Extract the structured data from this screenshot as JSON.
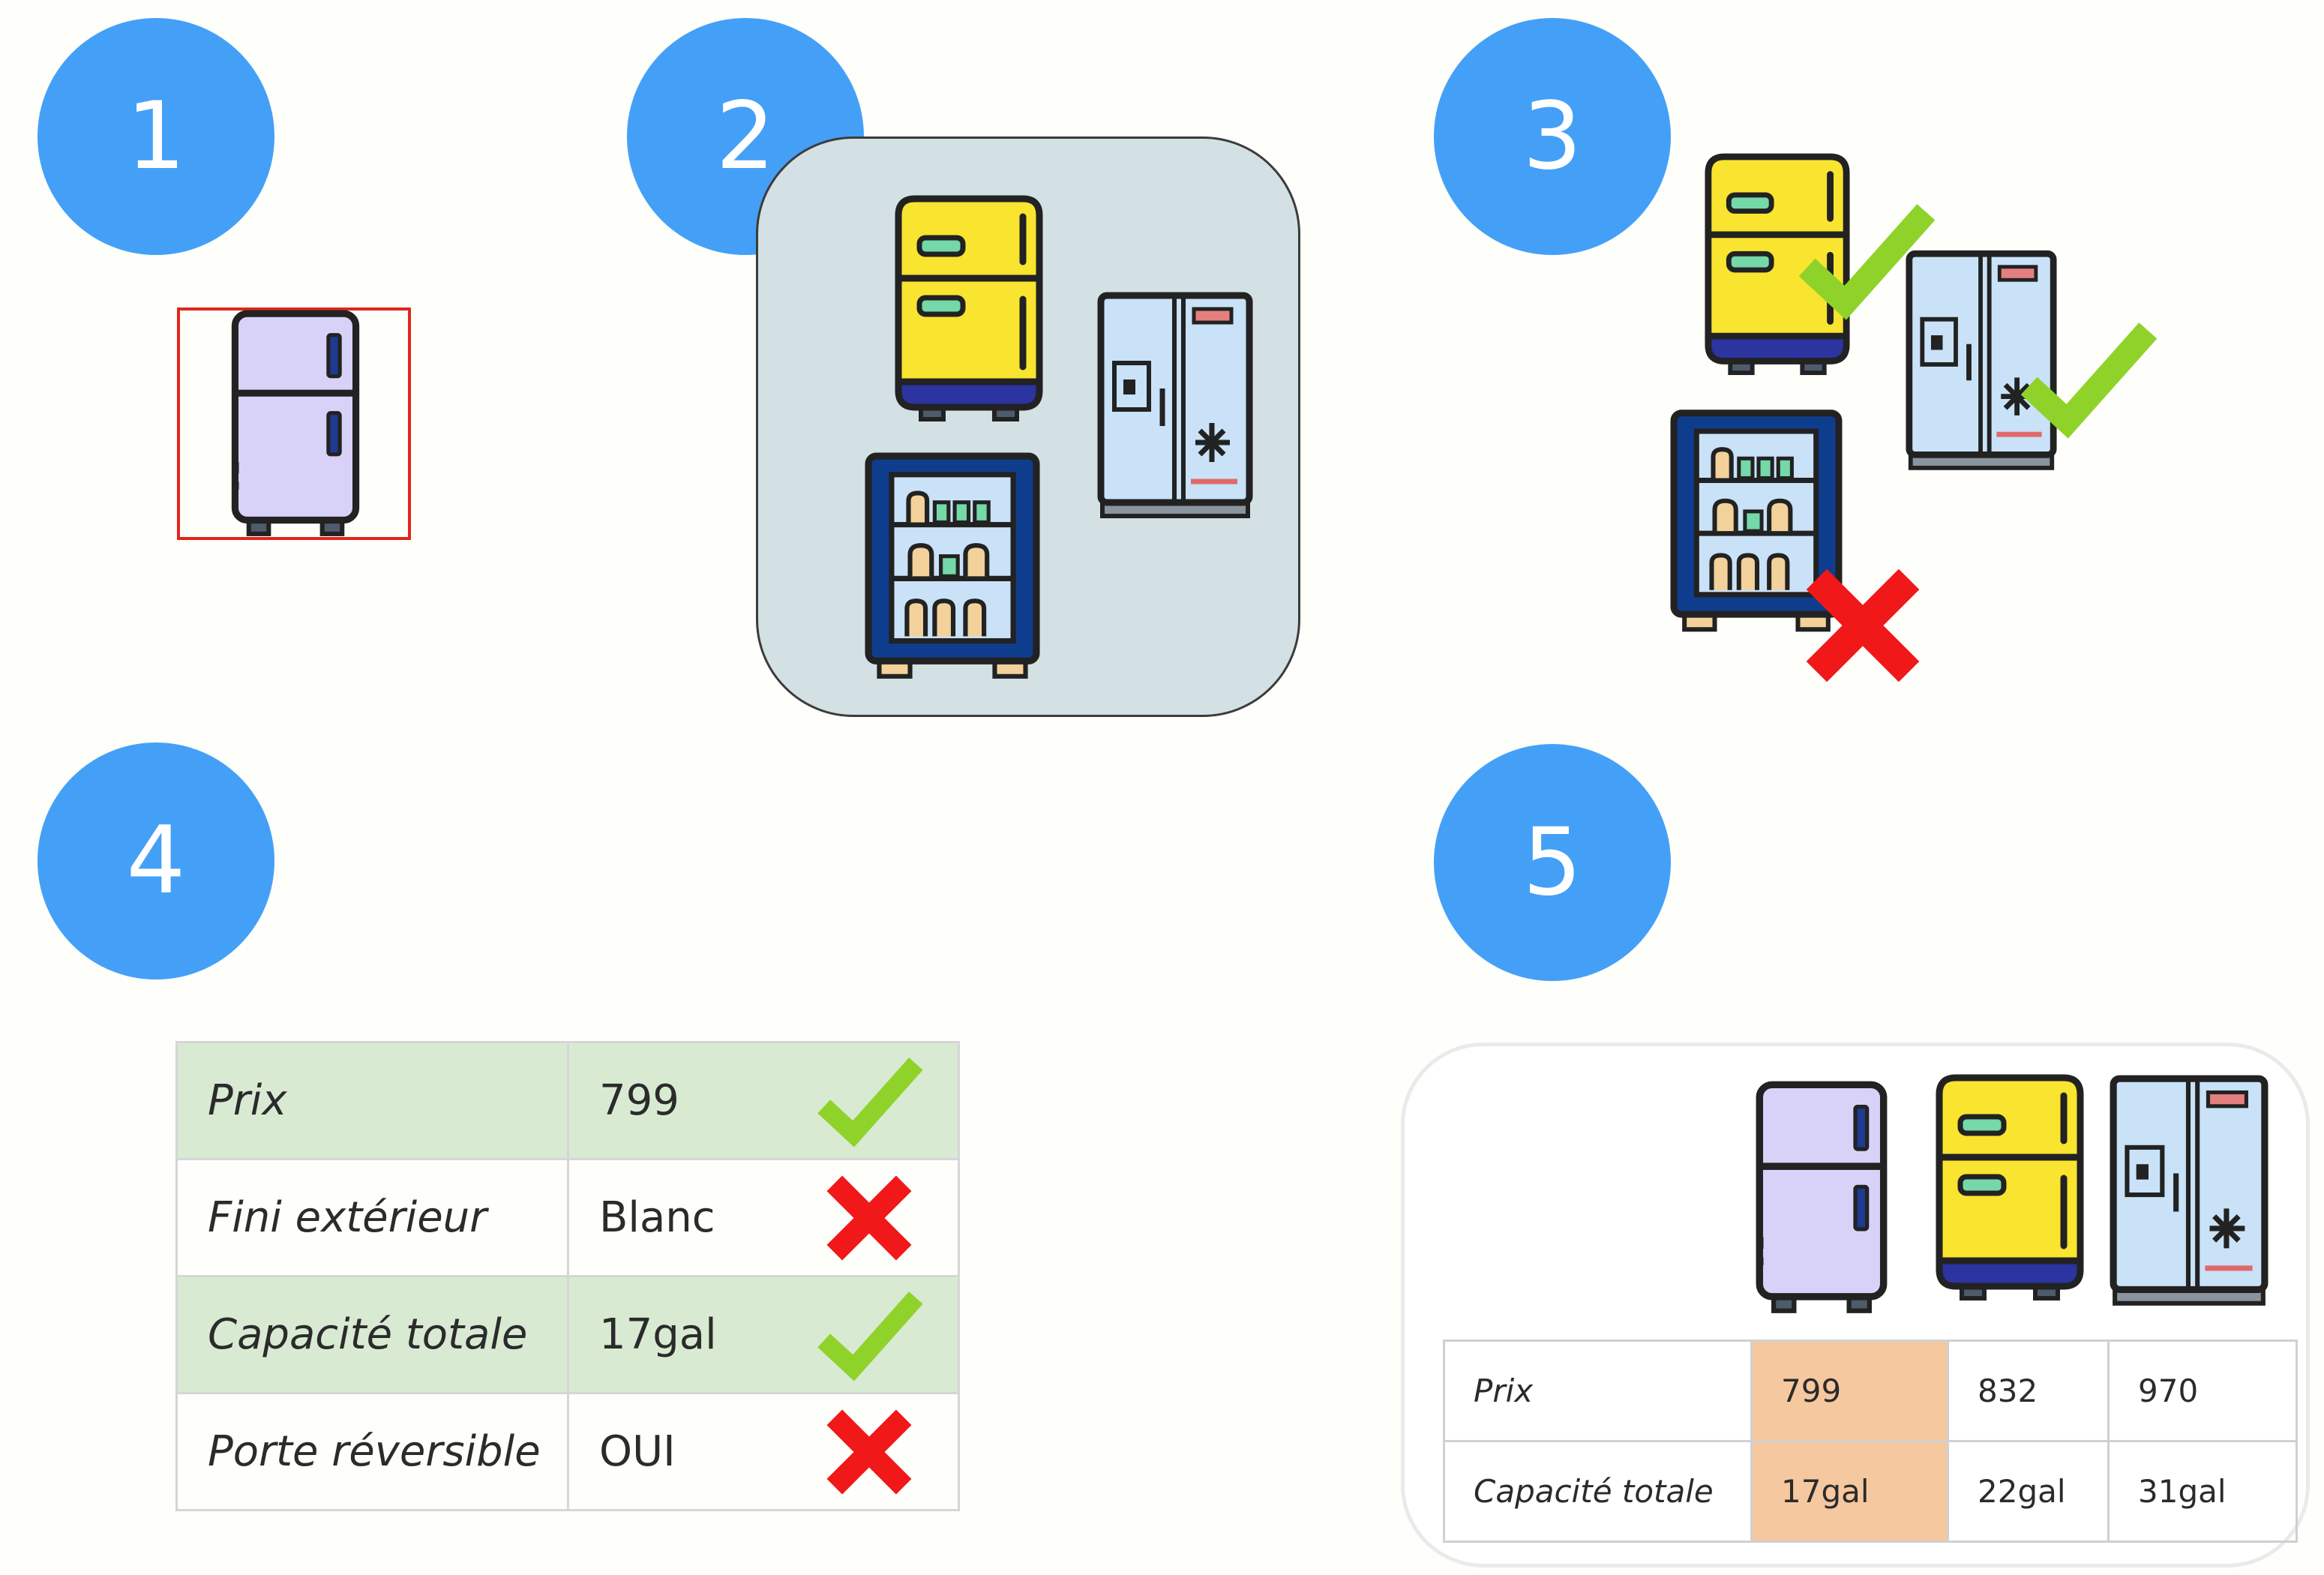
{
  "steps": [
    "1",
    "2",
    "3",
    "4",
    "5"
  ],
  "criteria": [
    {
      "label": "Prix",
      "value": "799",
      "ok": true
    },
    {
      "label": "Fini extérieur",
      "value": "Blanc",
      "ok": false
    },
    {
      "label": "Capacité totale",
      "value": "17gal",
      "ok": true
    },
    {
      "label": "Porte réversible",
      "value": "OUI",
      "ok": false
    }
  ],
  "comparison": {
    "rows": [
      {
        "label": "Prix",
        "values": [
          "799",
          "832",
          "970"
        ]
      },
      {
        "label": "Capacité totale",
        "values": [
          "17gal",
          "22gal",
          "31gal"
        ]
      }
    ]
  },
  "colors": {
    "badge": "#44a0f7",
    "check": "#8fd32a",
    "cross": "#f01818",
    "highlight": "#f6c89f",
    "green_row": "#d9ead3",
    "panel_grey": "#d3e1e4",
    "selection": "#e0261c"
  },
  "icons": [
    "fridge-lavender-icon",
    "fridge-yellow-icon",
    "fridge-side-by-side-icon",
    "fridge-display-case-icon",
    "checkmark-icon",
    "cross-icon"
  ]
}
